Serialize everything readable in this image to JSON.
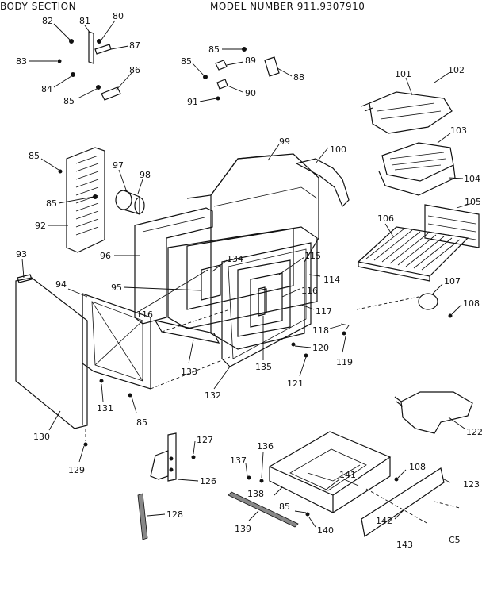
{
  "header": {
    "section_title": "BODY SECTION",
    "model_label": "MODEL NUMBER 911.9307910"
  },
  "footer": {
    "code": "C5"
  },
  "callouts": {
    "c80": "80",
    "c81": "81",
    "c82": "82",
    "c83": "83",
    "c84": "84",
    "c85a": "85",
    "c86": "86",
    "c87": "87",
    "c85b": "85",
    "c85c": "85",
    "c88": "88",
    "c89": "89",
    "c90": "90",
    "c91": "91",
    "c101": "101",
    "c102": "102",
    "c103": "103",
    "c104": "104",
    "c105": "105",
    "c106": "106",
    "c107": "107",
    "c108a": "108",
    "c99": "99",
    "c100": "100",
    "c85d": "85",
    "c97": "97",
    "c98": "98",
    "c85e": "85",
    "c92": "92",
    "c93": "93",
    "c94": "94",
    "c96": "96",
    "c95": "95",
    "c134": "134",
    "c115": "115",
    "c114": "114",
    "c116a": "116",
    "c116b": "116",
    "c117": "117",
    "c118": "118",
    "c119": "119",
    "c120": "120",
    "c121": "121",
    "c135": "135",
    "c133": "133",
    "c132": "132",
    "c131": "131",
    "c85f": "85",
    "c130": "130",
    "c129": "129",
    "c127": "127",
    "c126": "126",
    "c128": "128",
    "c136": "136",
    "c137": "137",
    "c138": "138",
    "c141": "141",
    "c108b": "108",
    "c123": "123",
    "c122": "122",
    "c85g": "85",
    "c140": "140",
    "c139": "139",
    "c142": "142",
    "c143": "143"
  }
}
